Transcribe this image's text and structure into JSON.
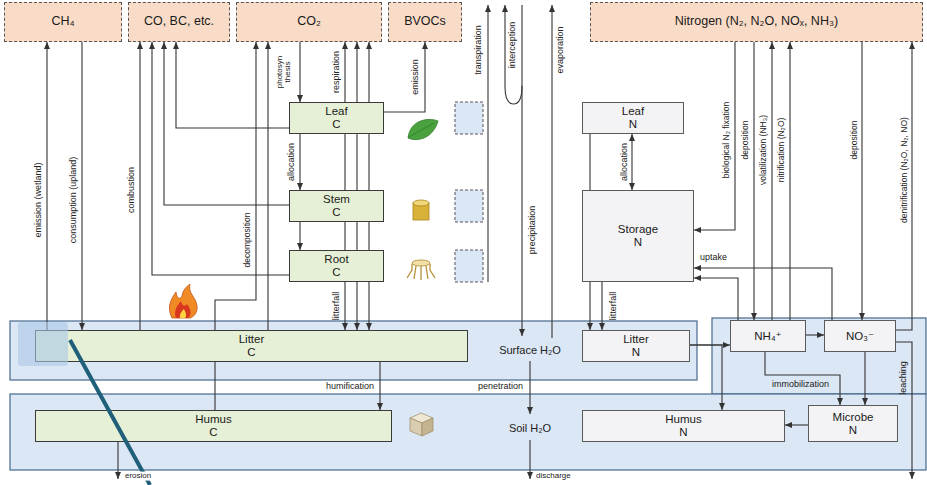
{
  "diagram": {
    "nodes": [
      {
        "text": [
          "CH₄"
        ]
      },
      {
        "text": [
          "CO, BC, etc."
        ]
      },
      {
        "text": [
          "CO₂"
        ]
      },
      {
        "text": [
          "BVOCs"
        ]
      },
      {
        "text": [
          "Nitrogen (N₂, N₂O, NOₓ, NH₃)"
        ]
      },
      {
        "text": [
          "Leaf C"
        ]
      },
      {
        "text": [
          "Stem C"
        ]
      },
      {
        "text": [
          "Root C"
        ]
      },
      {
        "text": [
          "Leaf N"
        ]
      },
      {
        "text": [
          "Storage N"
        ]
      },
      {
        "text": [
          "Litter C"
        ]
      },
      {
        "text": [
          "Litter N"
        ]
      },
      {
        "text": [
          "NH₄⁺"
        ]
      },
      {
        "text": [
          "NO₃⁻"
        ]
      },
      {
        "text": [
          "Humus C"
        ]
      },
      {
        "text": [
          "Humus N"
        ]
      },
      {
        "text": [
          "Microbe N"
        ]
      }
    ],
    "edges": [
      {
        "from": 10,
        "to": 0,
        "arrow": "to",
        "label": "emission (wetland)"
      },
      {
        "from": 0,
        "to": 10,
        "arrow": "to",
        "label": "consumption (upland)"
      },
      {
        "from": 10,
        "to": 1,
        "arrow": "to",
        "label": "combustion"
      },
      {
        "from": 5,
        "to": 1,
        "arrow": "to"
      },
      {
        "from": 6,
        "to": 1,
        "arrow": "to"
      },
      {
        "from": 7,
        "to": 1,
        "arrow": "to"
      },
      {
        "from": 14,
        "to": 2,
        "arrow": "to",
        "label": "decomposition"
      },
      {
        "from": 10,
        "to": 2,
        "arrow": "to"
      },
      {
        "from": 2,
        "to": 5,
        "arrow": "to",
        "label": "photosyn thesis"
      },
      {
        "from": 5,
        "to": 2,
        "arrow": "to",
        "label": "respiration"
      },
      {
        "from": 6,
        "to": 2,
        "arrow": "to"
      },
      {
        "from": 7,
        "to": 2,
        "arrow": "to"
      },
      {
        "from": 5,
        "to": 3,
        "arrow": "to",
        "label": "emission"
      },
      {
        "from": 5,
        "to": 6,
        "arrow": "to",
        "label": "allocation"
      },
      {
        "from": 6,
        "to": 7,
        "arrow": "to"
      },
      {
        "from": 5,
        "to": 10,
        "arrow": "to",
        "label": "litterfall"
      },
      {
        "from": 6,
        "to": 10,
        "arrow": "to"
      },
      {
        "from": 7,
        "to": 10,
        "arrow": "to"
      },
      {
        "from": 10,
        "to": 14,
        "arrow": "to",
        "label": "humification"
      },
      {
        "from": 8,
        "to": 9,
        "arrow": "both",
        "label": "allocation"
      },
      {
        "from": 8,
        "to": 11,
        "arrow": "to",
        "label": "litterfall"
      },
      {
        "from": 9,
        "to": 11,
        "arrow": "to"
      },
      {
        "from": 4,
        "to": 9,
        "arrow": "to",
        "label": "biological N₂ fixation"
      },
      {
        "from": 12,
        "to": 9,
        "arrow": "to",
        "label": "uptake"
      },
      {
        "from": 13,
        "to": 9,
        "arrow": "to"
      },
      {
        "from": 4,
        "to": 12,
        "arrow": "to",
        "label": "deposition"
      },
      {
        "from": 12,
        "to": 4,
        "arrow": "to",
        "label": "volatilization (NH₃)"
      },
      {
        "from": 12,
        "to": 4,
        "arrow": "to",
        "label": "nitrification (N₂O)"
      },
      {
        "from": 4,
        "to": 13,
        "arrow": "to",
        "label": "deposition"
      },
      {
        "from": 13,
        "to": 4,
        "arrow": "to",
        "label": "denitrification (N₂O, N₂, NO)"
      },
      {
        "from": 11,
        "to": 12,
        "arrow": "to"
      },
      {
        "from": 12,
        "to": 13,
        "arrow": "to"
      },
      {
        "from": 11,
        "to": 15,
        "arrow": "to"
      },
      {
        "from": 12,
        "to": 16,
        "arrow": "to",
        "label": "immobilization"
      },
      {
        "from": 13,
        "to": 16,
        "arrow": "to"
      },
      {
        "from": 16,
        "to": 15,
        "arrow": "to"
      }
    ],
    "labels": [
      "transpiration",
      "interception",
      "evaporation",
      "precipitation",
      "Surface H₂O",
      "penetration",
      "Soil H₂O",
      "discharge",
      "erosion",
      "leaching"
    ]
  }
}
